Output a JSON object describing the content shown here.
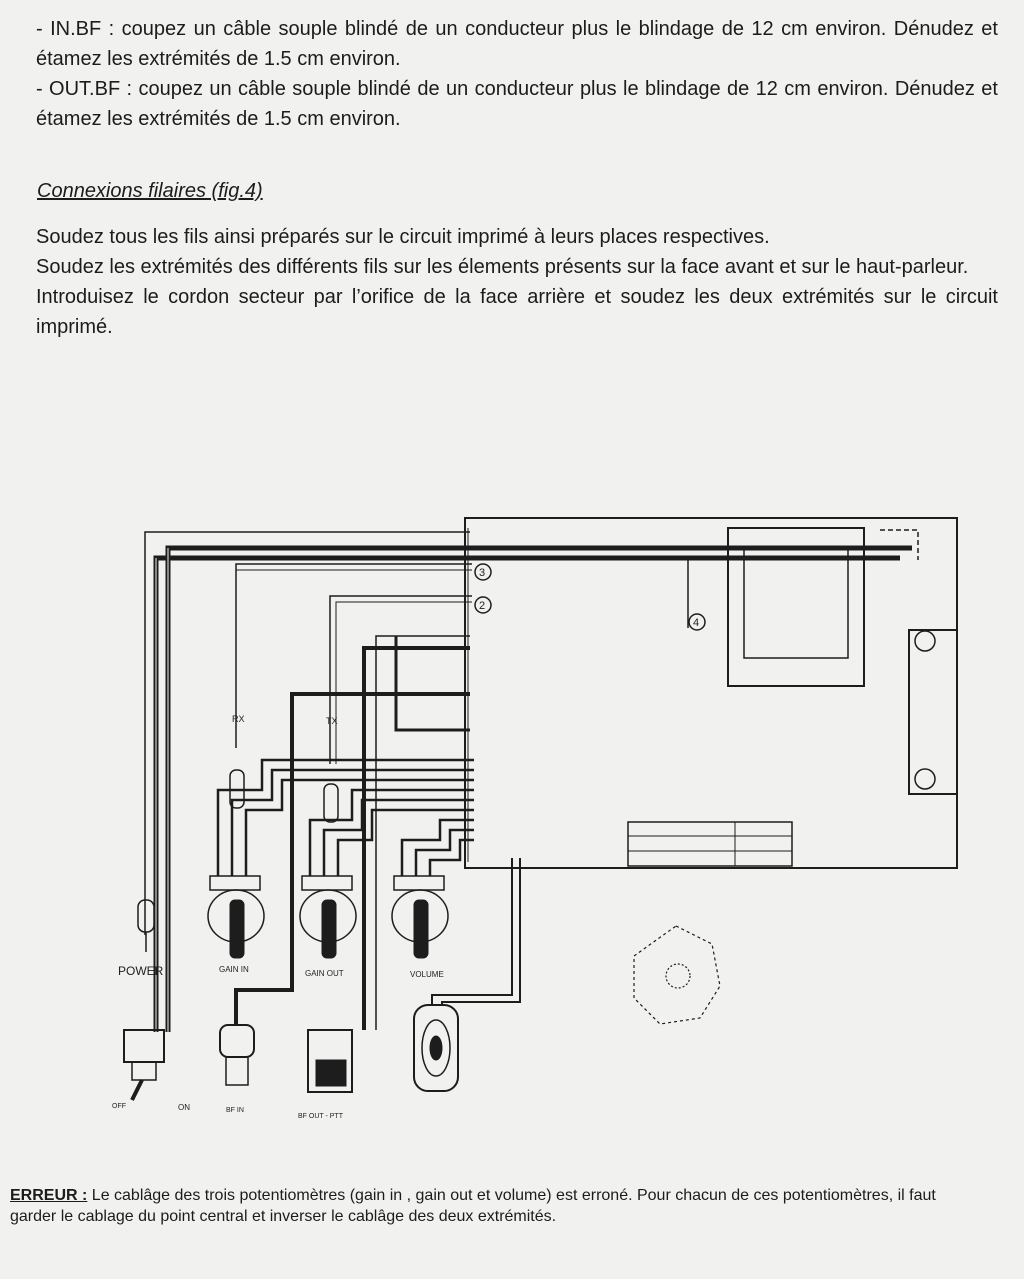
{
  "intro": {
    "in_bf": "- IN.BF : coupez un câble souple blindé de un conducteur plus le blindage de 12 cm environ. Dénudez et étamez les extrémités de 1.5 cm environ.",
    "out_bf": "- OUT.BF : coupez un câble souple blindé de un conducteur plus le blindage de 12 cm environ. Dénudez et étamez les extrémités de 1.5 cm environ."
  },
  "section": {
    "heading": "Connexions filaires (fig.4)",
    "paragraphs": [
      "Soudez tous les fils ainsi préparés sur le circuit imprimé à leurs places respectives.",
      "Soudez les extrémités des différents fils sur les élements présents sur la face avant et sur le haut-parleur.",
      "Introduisez le cordon secteur par l’orifice de la face arrière et soudez les deux extrémités sur le circuit imprimé."
    ]
  },
  "diagram": {
    "labels": {
      "rx": "RX",
      "tx": "TX",
      "power": "POWER",
      "gain_in": "GAIN IN",
      "gain_out": "GAIN OUT",
      "volume": "VOLUME",
      "off": "OFF",
      "on": "ON",
      "bf_in": "BF IN",
      "bf_out_ptt": "BF OUT - PTT"
    },
    "connector_numbers": [
      "3",
      "2",
      "4"
    ]
  },
  "erratum": {
    "label": "ERREUR :",
    "text": " Le cablâge des trois potentiomètres (gain in , gain out et volume) est erroné. Pour chacun de ces potentiomètres, il faut garder le cablage du point central et inverser le cablâge des deux extrémités."
  }
}
